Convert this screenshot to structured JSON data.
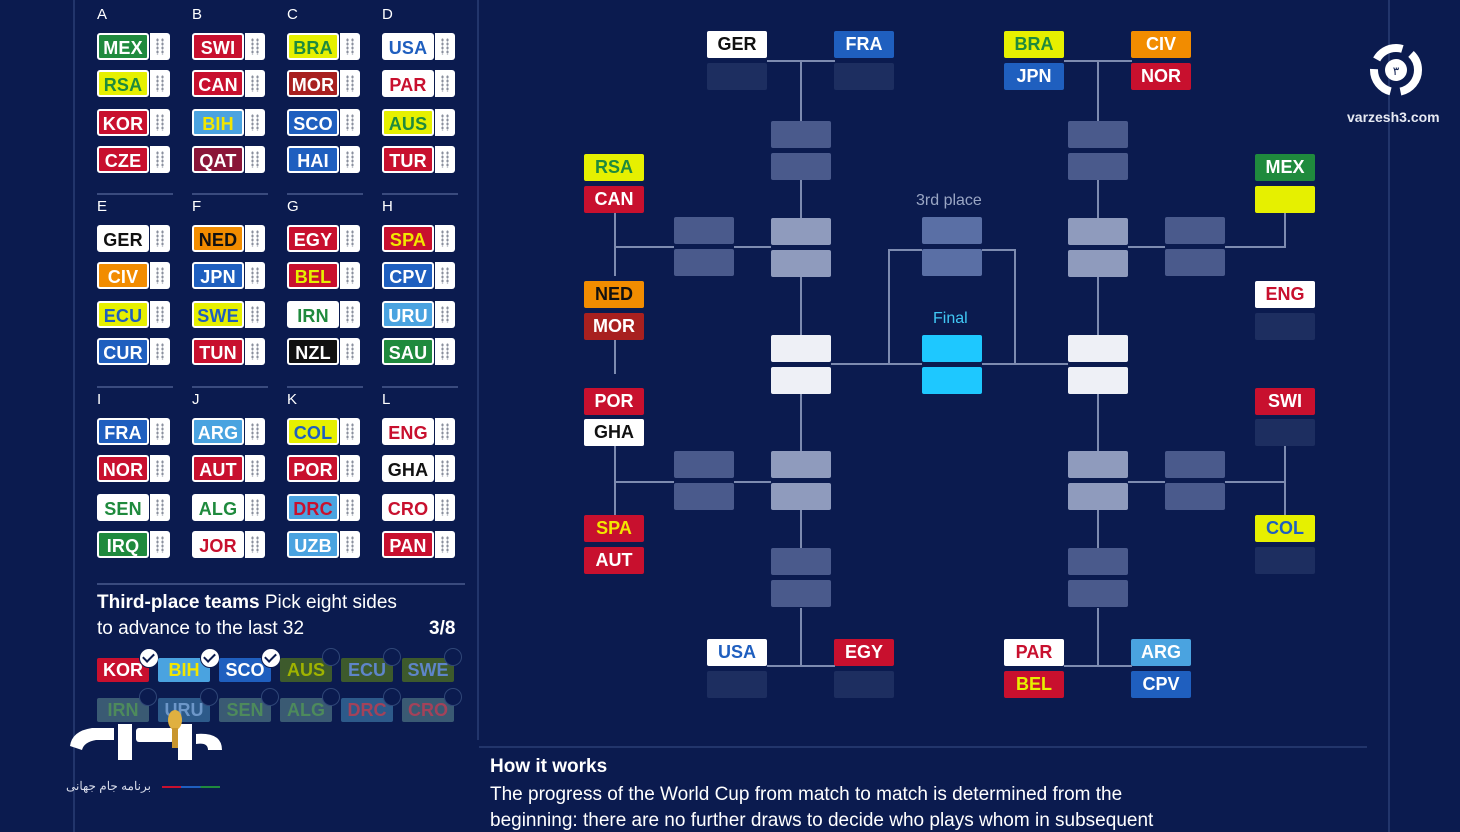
{
  "groups": [
    {
      "letter": "A",
      "teams": [
        {
          "code": "MEX",
          "bg": "#1f8a3d",
          "fg": "#ffffff"
        },
        {
          "code": "RSA",
          "bg": "#e6f000",
          "fg": "#1f8a3d"
        },
        {
          "code": "KOR",
          "bg": "#c8102e",
          "fg": "#ffffff"
        },
        {
          "code": "CZE",
          "bg": "#c8102e",
          "fg": "#ffffff"
        }
      ]
    },
    {
      "letter": "B",
      "teams": [
        {
          "code": "SWI",
          "bg": "#c8102e",
          "fg": "#ffffff"
        },
        {
          "code": "CAN",
          "bg": "#c8102e",
          "fg": "#ffffff"
        },
        {
          "code": "BIH",
          "bg": "#4aa3e0",
          "fg": "#f2e600"
        },
        {
          "code": "QAT",
          "bg": "#8a1538",
          "fg": "#ffffff"
        }
      ]
    },
    {
      "letter": "C",
      "teams": [
        {
          "code": "BRA",
          "bg": "#e6f000",
          "fg": "#1f8a3d"
        },
        {
          "code": "MOR",
          "bg": "#a8201f",
          "fg": "#ffffff"
        },
        {
          "code": "SCO",
          "bg": "#1f5fbf",
          "fg": "#ffffff"
        },
        {
          "code": "HAI",
          "bg": "#1f5fbf",
          "fg": "#ffffff"
        }
      ]
    },
    {
      "letter": "D",
      "teams": [
        {
          "code": "USA",
          "bg": "#ffffff",
          "fg": "#1f5fbf"
        },
        {
          "code": "PAR",
          "bg": "#ffffff",
          "fg": "#c8102e"
        },
        {
          "code": "AUS",
          "bg": "#e6f000",
          "fg": "#1f8a3d"
        },
        {
          "code": "TUR",
          "bg": "#c8102e",
          "fg": "#ffffff"
        }
      ]
    },
    {
      "letter": "E",
      "teams": [
        {
          "code": "GER",
          "bg": "#ffffff",
          "fg": "#111111"
        },
        {
          "code": "CIV",
          "bg": "#f28c00",
          "fg": "#ffffff"
        },
        {
          "code": "ECU",
          "bg": "#e6f000",
          "fg": "#1f5fbf"
        },
        {
          "code": "CUR",
          "bg": "#1f5fbf",
          "fg": "#ffffff"
        }
      ]
    },
    {
      "letter": "F",
      "teams": [
        {
          "code": "NED",
          "bg": "#f28c00",
          "fg": "#111111"
        },
        {
          "code": "JPN",
          "bg": "#1f5fbf",
          "fg": "#ffffff"
        },
        {
          "code": "SWE",
          "bg": "#e6f000",
          "fg": "#1f5fbf"
        },
        {
          "code": "TUN",
          "bg": "#c8102e",
          "fg": "#ffffff"
        }
      ]
    },
    {
      "letter": "G",
      "teams": [
        {
          "code": "EGY",
          "bg": "#c8102e",
          "fg": "#ffffff"
        },
        {
          "code": "BEL",
          "bg": "#c8102e",
          "fg": "#e6f000"
        },
        {
          "code": "IRN",
          "bg": "#ffffff",
          "fg": "#1f8a3d"
        },
        {
          "code": "NZL",
          "bg": "#111111",
          "fg": "#ffffff"
        }
      ]
    },
    {
      "letter": "H",
      "teams": [
        {
          "code": "SPA",
          "bg": "#c8102e",
          "fg": "#f2e600"
        },
        {
          "code": "CPV",
          "bg": "#1f5fbf",
          "fg": "#ffffff"
        },
        {
          "code": "URU",
          "bg": "#4aa3e0",
          "fg": "#ffffff"
        },
        {
          "code": "SAU",
          "bg": "#1f8a3d",
          "fg": "#ffffff"
        }
      ]
    },
    {
      "letter": "I",
      "teams": [
        {
          "code": "FRA",
          "bg": "#1f5fbf",
          "fg": "#ffffff"
        },
        {
          "code": "NOR",
          "bg": "#c8102e",
          "fg": "#ffffff"
        },
        {
          "code": "SEN",
          "bg": "#ffffff",
          "fg": "#1f8a3d"
        },
        {
          "code": "IRQ",
          "bg": "#1f8a3d",
          "fg": "#ffffff"
        }
      ]
    },
    {
      "letter": "J",
      "teams": [
        {
          "code": "ARG",
          "bg": "#4aa3e0",
          "fg": "#ffffff"
        },
        {
          "code": "AUT",
          "bg": "#c8102e",
          "fg": "#ffffff"
        },
        {
          "code": "ALG",
          "bg": "#ffffff",
          "fg": "#1f8a3d"
        },
        {
          "code": "JOR",
          "bg": "#ffffff",
          "fg": "#c8102e"
        }
      ]
    },
    {
      "letter": "K",
      "teams": [
        {
          "code": "COL",
          "bg": "#e6f000",
          "fg": "#1f5fbf"
        },
        {
          "code": "POR",
          "bg": "#c8102e",
          "fg": "#ffffff"
        },
        {
          "code": "DRC",
          "bg": "#4aa3e0",
          "fg": "#c8102e"
        },
        {
          "code": "UZB",
          "bg": "#4aa3e0",
          "fg": "#ffffff"
        }
      ]
    },
    {
      "letter": "L",
      "teams": [
        {
          "code": "ENG",
          "bg": "#ffffff",
          "fg": "#c8102e"
        },
        {
          "code": "GHA",
          "bg": "#ffffff",
          "fg": "#111111"
        },
        {
          "code": "CRO",
          "bg": "#ffffff",
          "fg": "#c8102e"
        },
        {
          "code": "PAN",
          "bg": "#c8102e",
          "fg": "#ffffff"
        }
      ]
    }
  ],
  "third_place": {
    "title_bold": "Third-place teams",
    "title_rest": " Pick eight sides",
    "line2": "to advance to the last 32",
    "count": "3/8",
    "chips": [
      {
        "code": "KOR",
        "bg": "#c8102e",
        "fg": "#ffffff",
        "selected": true
      },
      {
        "code": "BIH",
        "bg": "#4aa3e0",
        "fg": "#f2e600",
        "selected": true
      },
      {
        "code": "SCO",
        "bg": "#1f5fbf",
        "fg": "#ffffff",
        "selected": true
      },
      {
        "code": "AUS",
        "bg": "#3d5a2c",
        "fg": "#9fb300",
        "selected": false
      },
      {
        "code": "ECU",
        "bg": "#3d5a2c",
        "fg": "#5e85c9",
        "selected": false
      },
      {
        "code": "SWE",
        "bg": "#3d5a2c",
        "fg": "#5e85c9",
        "selected": false
      },
      {
        "code": "IRN",
        "bg": "#3a5a73",
        "fg": "#4d8a5c",
        "selected": false
      },
      {
        "code": "URU",
        "bg": "#2d5a8a",
        "fg": "#6d97c9",
        "selected": false
      },
      {
        "code": "SEN",
        "bg": "#3a5a73",
        "fg": "#4d8a5c",
        "selected": false
      },
      {
        "code": "ALG",
        "bg": "#3a5a73",
        "fg": "#4d8a5c",
        "selected": false
      },
      {
        "code": "DRC",
        "bg": "#2d5a8a",
        "fg": "#a3425a",
        "selected": false
      },
      {
        "code": "CRO",
        "bg": "#3a5a73",
        "fg": "#a3425a",
        "selected": false
      }
    ]
  },
  "bracket": {
    "third_label": "3rd place",
    "final_label": "Final",
    "r32": [
      {
        "code": "GER",
        "bg": "#ffffff",
        "fg": "#111111"
      },
      {
        "code": "FRA",
        "bg": "#1f5fbf",
        "fg": "#ffffff"
      },
      {
        "code": "BRA",
        "bg": "#e6f000",
        "fg": "#1f8a3d"
      },
      {
        "code": "JPN",
        "bg": "#1f5fbf",
        "fg": "#ffffff"
      },
      {
        "code": "CIV",
        "bg": "#f28c00",
        "fg": "#ffffff"
      },
      {
        "code": "NOR",
        "bg": "#c8102e",
        "fg": "#ffffff"
      },
      {
        "code": "RSA",
        "bg": "#e6f000",
        "fg": "#1f8a3d"
      },
      {
        "code": "CAN",
        "bg": "#c8102e",
        "fg": "#ffffff"
      },
      {
        "code": "MEX",
        "bg": "#1f8a3d",
        "fg": "#ffffff"
      },
      {
        "code": "NED",
        "bg": "#f28c00",
        "fg": "#111111"
      },
      {
        "code": "MOR",
        "bg": "#a8201f",
        "fg": "#ffffff"
      },
      {
        "code": "ENG",
        "bg": "#ffffff",
        "fg": "#c8102e"
      },
      {
        "code": "POR",
        "bg": "#c8102e",
        "fg": "#ffffff"
      },
      {
        "code": "GHA",
        "bg": "#ffffff",
        "fg": "#111111"
      },
      {
        "code": "SWI",
        "bg": "#c8102e",
        "fg": "#ffffff"
      },
      {
        "code": "SPA",
        "bg": "#c8102e",
        "fg": "#f2e600"
      },
      {
        "code": "AUT",
        "bg": "#c8102e",
        "fg": "#ffffff"
      },
      {
        "code": "COL",
        "bg": "#e6f000",
        "fg": "#1f5fbf"
      },
      {
        "code": "USA",
        "bg": "#ffffff",
        "fg": "#1f5fbf"
      },
      {
        "code": "EGY",
        "bg": "#c8102e",
        "fg": "#ffffff"
      },
      {
        "code": "PAR",
        "bg": "#ffffff",
        "fg": "#c8102e"
      },
      {
        "code": "BEL",
        "bg": "#c8102e",
        "fg": "#e6f000"
      },
      {
        "code": "ARG",
        "bg": "#4aa3e0",
        "fg": "#ffffff"
      },
      {
        "code": "CPV",
        "bg": "#1f5fbf",
        "fg": "#ffffff"
      }
    ]
  },
  "how_it_works": {
    "title": "How it works",
    "line1": "The progress of the World Cup from match to match is determined from the",
    "line2": "beginning: there are no further draws to decide who plays whom in subsequent"
  },
  "watermark": {
    "site": "varzesh3.com"
  },
  "show_logo": {
    "caption": "برنامه جام جهانی"
  }
}
